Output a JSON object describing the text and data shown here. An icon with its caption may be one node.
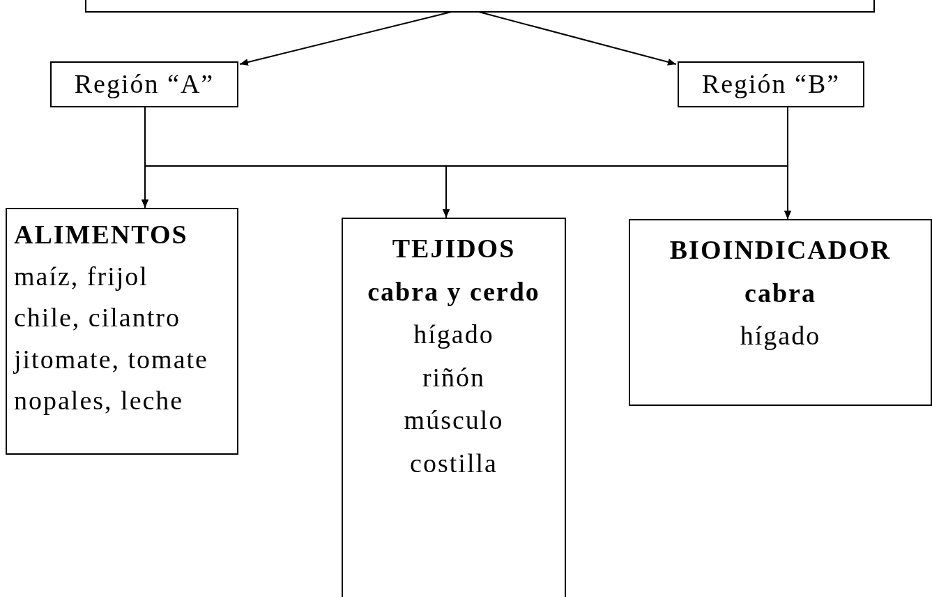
{
  "diagram": {
    "nodes": [
      {
        "text": [],
        "shape": "box"
      },
      {
        "text": [
          "Región “A”"
        ]
      },
      {
        "text": [
          "Región “B”"
        ]
      },
      {
        "text": [
          "ALIMENTOS",
          "maíz, frijol",
          "chile, cilantro",
          "jitomate, tomate",
          "nopales, leche"
        ]
      },
      {
        "text": [
          "TEJIDOS",
          "cabra y cerdo",
          "hígado",
          "riñón",
          "músculo",
          "costilla"
        ]
      },
      {
        "text": [
          "BIOINDICADOR",
          "cabra",
          "hígado"
        ]
      }
    ],
    "edges": [
      {
        "from": 0,
        "to": 1,
        "arrow": "to"
      },
      {
        "from": 0,
        "to": 2,
        "arrow": "to"
      },
      {
        "from": 1,
        "to": 3,
        "arrow": "to"
      },
      {
        "from": 1,
        "to": 4,
        "arrow": "to"
      },
      {
        "from": 1,
        "to": 5,
        "arrow": "to"
      },
      {
        "from": 2,
        "to": 3,
        "arrow": "to"
      },
      {
        "from": 2,
        "to": 4,
        "arrow": "to"
      },
      {
        "from": 2,
        "to": 5,
        "arrow": "to"
      }
    ]
  }
}
